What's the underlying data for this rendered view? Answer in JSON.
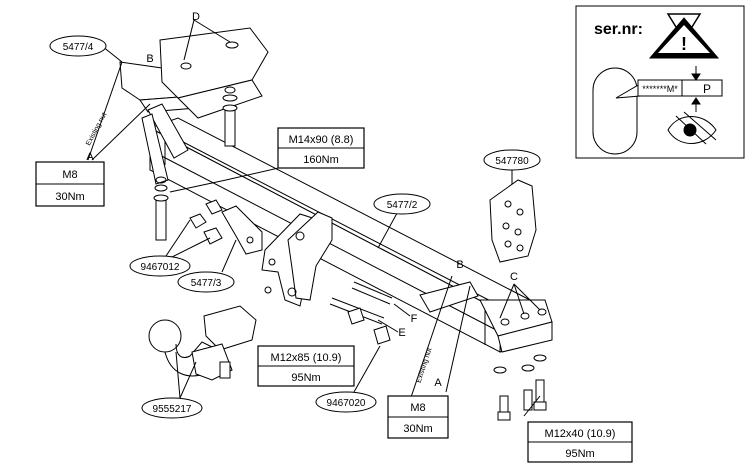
{
  "parts": {
    "p5477_4": "5477/4",
    "p9467012": "9467012",
    "p5477_3": "5477/3",
    "p5477_2": "5477/2",
    "p547780": "547780",
    "p9555217": "9555217",
    "p9467020": "9467020"
  },
  "letters": {
    "a_left": "A",
    "b_left": "B",
    "d_top": "D",
    "b_right": "B",
    "c_right": "C",
    "e_mid": "E",
    "f_mid": "F",
    "a_right": "A"
  },
  "notes": {
    "existing_nut_left": "Existing nut",
    "existing_nut_right": "Existing nut"
  },
  "torque_boxes": {
    "m8_left": {
      "spec": "M8",
      "torque": "30Nm"
    },
    "m14": {
      "spec": "M14x90 (8.8)",
      "torque": "160Nm"
    },
    "m12x85": {
      "spec": "M12x85 (10.9)",
      "torque": "95Nm"
    },
    "m8_right": {
      "spec": "M8",
      "torque": "30Nm"
    },
    "m12x40": {
      "spec": "M12x40 (10.9)",
      "torque": "95Nm"
    }
  },
  "serial_box": {
    "title": "ser.nr:",
    "plate_text": "*******M*",
    "plate_letter": "P",
    "warning_glyph": "!"
  },
  "colors": {
    "line": "#000000",
    "label_fill": "#ffffff",
    "warning_fill": "#000000"
  }
}
